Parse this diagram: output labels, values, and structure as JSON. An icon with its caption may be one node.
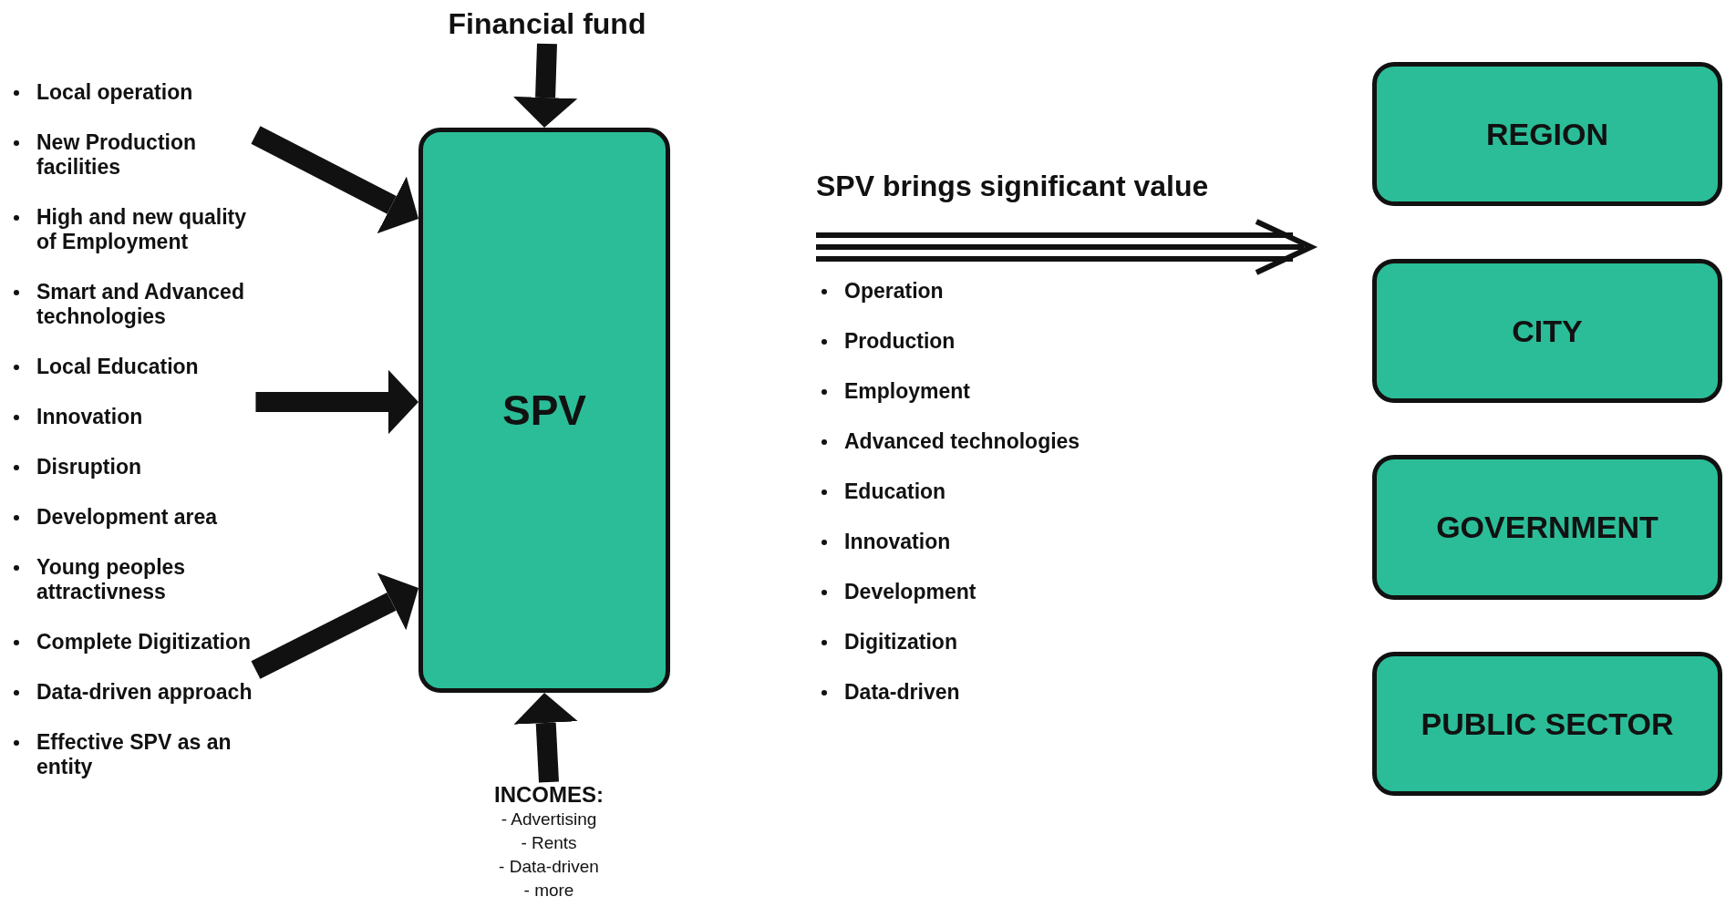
{
  "diagram": {
    "nodes": [
      {
        "text": [
          "Financial fund"
        ]
      },
      {
        "text": [
          "Local operation",
          "New Production facilities",
          "High and new quality of Employment",
          "Smart and Advanced technologies",
          "Local Education",
          "Innovation",
          "Disruption",
          "Development area",
          "Young peoples attractivness",
          "Complete Digitization",
          "Data-driven approach",
          "Effective SPV as an entity"
        ]
      },
      {
        "text": [
          "SPV"
        ]
      },
      {
        "text": [
          "INCOMES:",
          "- Advertising",
          "- Rents",
          "- Data-driven",
          "- more"
        ]
      },
      {
        "text": [
          "REGION"
        ]
      },
      {
        "text": [
          "CITY"
        ]
      },
      {
        "text": [
          "GOVERNMENT"
        ]
      },
      {
        "text": [
          "PUBLIC SECTOR"
        ]
      }
    ],
    "edges": [
      {
        "from": 0,
        "to": 2,
        "arrow": "to"
      },
      {
        "from": 1,
        "to": 2,
        "arrow": "to"
      },
      {
        "from": 1,
        "to": 2,
        "arrow": "to"
      },
      {
        "from": 1,
        "to": 2,
        "arrow": "to"
      },
      {
        "from": 3,
        "to": 2,
        "arrow": "to"
      }
    ],
    "labels": [
      "SPV brings significant value",
      "Operation",
      "Production",
      "Employment",
      "Advanced technologies",
      "Education",
      "Innovation",
      "Development",
      "Digitization",
      "Data-driven"
    ]
  }
}
